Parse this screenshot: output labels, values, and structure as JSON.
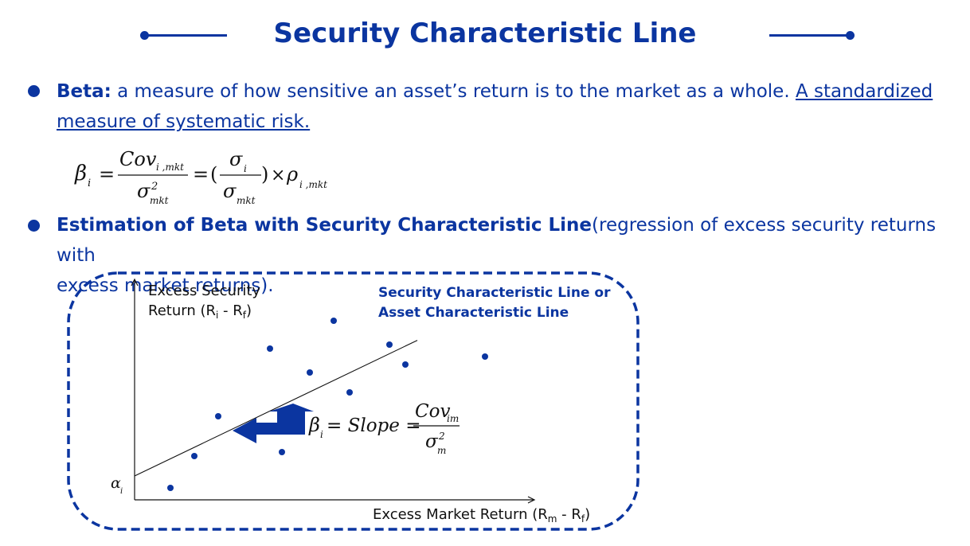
{
  "title": "Security Characteristic Line",
  "colors": {
    "accent": "#0b35a0",
    "text_dark": "#111111"
  },
  "bullet1": {
    "term": "Beta:",
    "text": " a measure of how sensitive an asset’s return is to the market as a whole. ",
    "underlined_line1": "A standardized",
    "underlined_line2": "measure of systematic risk."
  },
  "formula1": {
    "lhs": "β",
    "lhs_sub": "i",
    "equals": "=",
    "cov": "Cov",
    "cov_sub": "i ,mkt",
    "sigma": "σ",
    "sigma_sup": "2",
    "sigma_sub": "mkt",
    "equals2": "=",
    "paren_open": "(",
    "sigma_i": "σ",
    "sigma_i_sub": "i",
    "sigma_mkt": "σ",
    "sigma_mkt_sub": "mkt",
    "paren_close": ")",
    "times": "×",
    "rho": "ρ",
    "rho_sub": "i ,mkt"
  },
  "bullet2": {
    "term": "Estimation of Beta with Security Characteristic Line",
    "text_line1": "(regression of excess security returns with",
    "text_line2": "excess market returns)."
  },
  "diagram": {
    "y_label_line1": "Excess Security",
    "y_label_line2_pre": "Return (R",
    "y_label_sub_i": "i",
    "y_label_mid": " - R",
    "y_label_sub_f": "f",
    "y_label_close": ")",
    "x_label_pre": "Excess Market Return (R",
    "x_label_sub_m": "m",
    "x_label_mid": " - R",
    "x_label_sub_f": "f",
    "x_label_close": ")",
    "line_label_1": "Security Characteristic Line or",
    "line_label_2": "Asset Characteristic Line",
    "alpha": "α",
    "alpha_sub": "i",
    "slope_beta": "β",
    "slope_beta_sub": "i",
    "slope_eq": "= Slope =",
    "slope_cov": "Cov",
    "slope_cov_sub": "im",
    "slope_sigma": "σ",
    "slope_sigma_sup": "2",
    "slope_sigma_sub": "m"
  },
  "chart_data": {
    "type": "scatter",
    "title": "",
    "xlabel": "Excess Market Return (Rm - Rf)",
    "ylabel": "Excess Security Return (Ri - Rf)",
    "points": [
      {
        "x": 0.9,
        "y": 0.3
      },
      {
        "x": 1.5,
        "y": 1.1
      },
      {
        "x": 2.1,
        "y": 2.1
      },
      {
        "x": 3.4,
        "y": 3.8
      },
      {
        "x": 3.7,
        "y": 1.2
      },
      {
        "x": 4.4,
        "y": 3.2
      },
      {
        "x": 5.4,
        "y": 2.7
      },
      {
        "x": 5.0,
        "y": 4.5
      },
      {
        "x": 6.4,
        "y": 3.9
      },
      {
        "x": 6.8,
        "y": 3.4
      },
      {
        "x": 8.8,
        "y": 3.6
      }
    ],
    "regression_line": {
      "intercept": 0.6,
      "slope": 0.48
    },
    "xlim": [
      0,
      10
    ],
    "ylim": [
      0,
      5.5
    ]
  }
}
